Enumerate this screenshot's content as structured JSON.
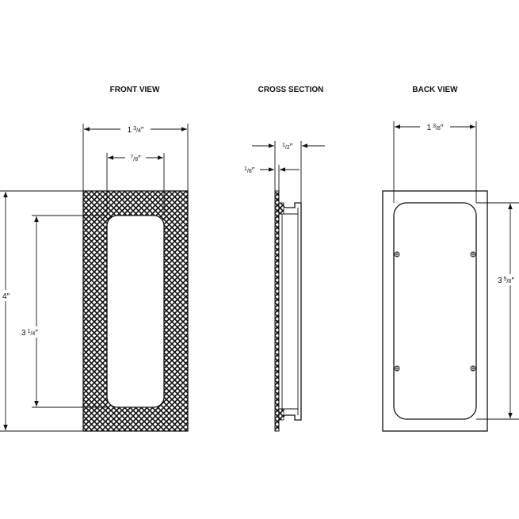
{
  "views": {
    "front": {
      "title": "FRONT VIEW"
    },
    "cross": {
      "title": "CROSS SECTION"
    },
    "back": {
      "title": "BACK VIEW"
    }
  },
  "dimensions": {
    "front_width": {
      "whole": "1",
      "num": "3",
      "den": "4",
      "unit": "″"
    },
    "front_inner_width": {
      "num": "7",
      "den": "8",
      "unit": "″"
    },
    "front_height": {
      "text": "4″"
    },
    "front_inner_height": {
      "whole": "3",
      "num": "1",
      "den": "4",
      "unit": "″"
    },
    "cross_depth": {
      "num": "1",
      "den": "2",
      "unit": "″"
    },
    "cross_flange": {
      "num": "1",
      "den": "8",
      "unit": "″"
    },
    "back_width": {
      "whole": "1",
      "num": "3",
      "den": "8",
      "unit": "″"
    },
    "back_height": {
      "whole": "3",
      "num": "5",
      "den": "8",
      "unit": "″"
    }
  },
  "colors": {
    "line": "#111111",
    "background": "#ffffff"
  }
}
